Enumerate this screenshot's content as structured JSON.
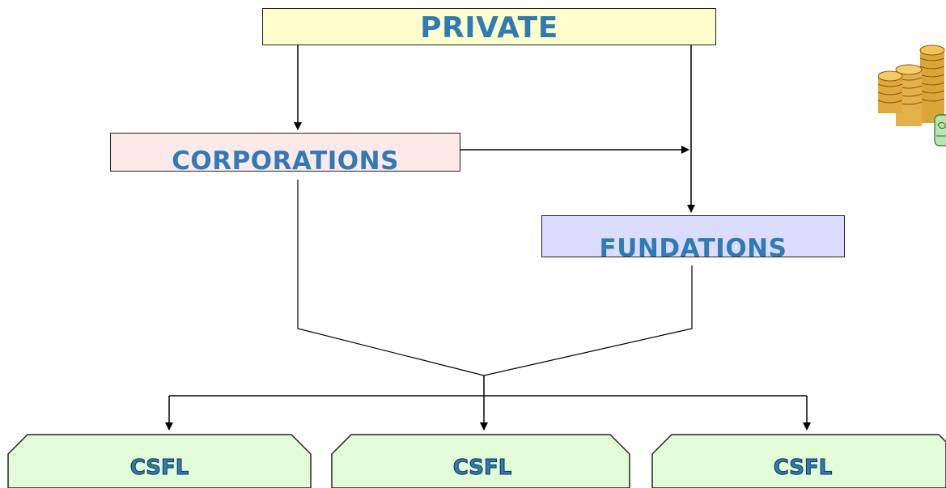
{
  "nodes": {
    "private": "PRIVATE",
    "corporations": "CORPORATIONS",
    "fundations": "FUNDATIONS",
    "csfl": [
      "CSFL",
      "CSFL",
      "CSFL"
    ]
  },
  "colors": {
    "text": "#2e7bb5",
    "private_fill": "#ffffcc",
    "corporations_fill": "#fde9e9",
    "fundations_fill": "#dcdcff",
    "csfl_fill": "#e2fcd8",
    "line": "#000000"
  },
  "icons": [
    "coins-stack-icon"
  ]
}
